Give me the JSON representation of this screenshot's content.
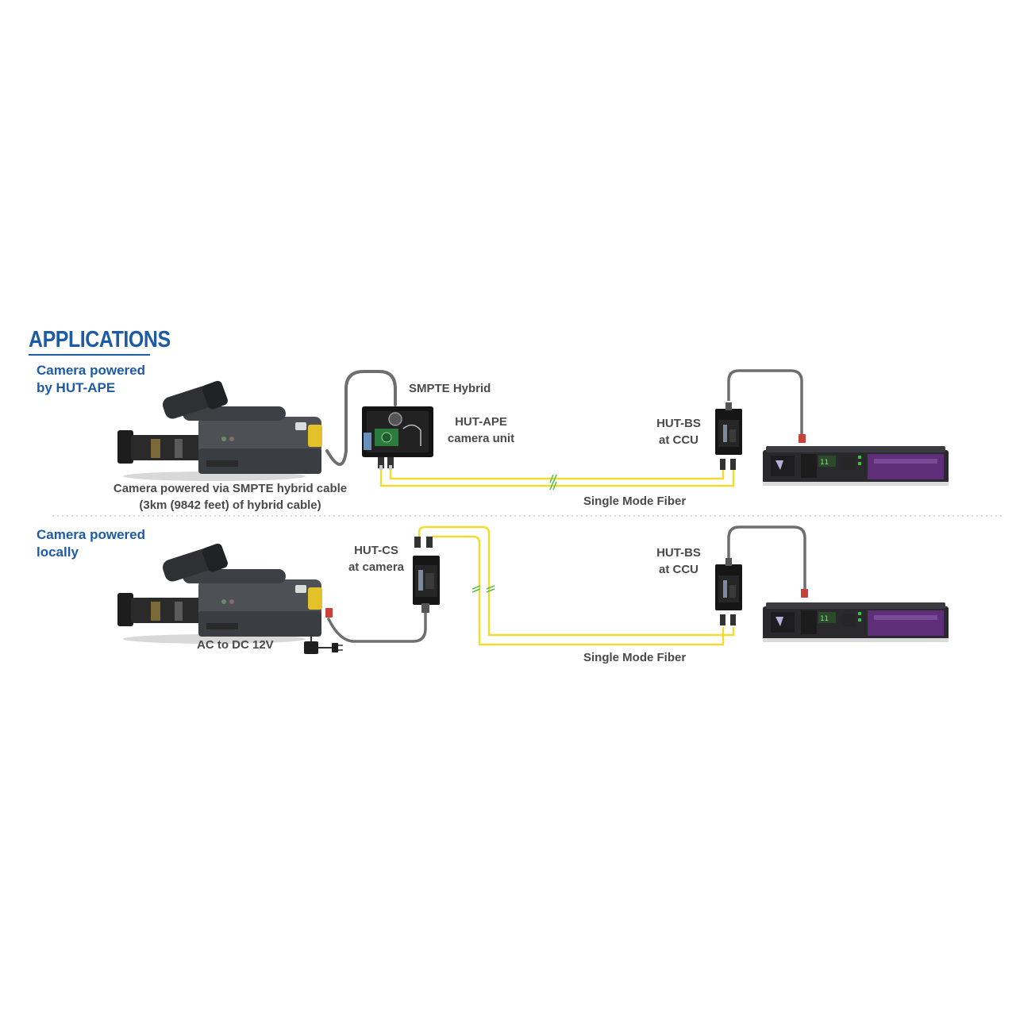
{
  "colors": {
    "heading_blue": "#1d5ba5",
    "label_grey": "#4a4a4a",
    "fiber_yellow": "#f2dc32",
    "cable_grey": "#6e6e6e",
    "break_green": "#5cbf4a",
    "ccu_purple": "#5e2e79",
    "divider": "#c8c8c8"
  },
  "title": "APPLICATIONS",
  "section1": {
    "heading": [
      "Camera powered",
      "by HUT-APE"
    ],
    "cable_label": "SMPTE Hybrid",
    "unit_label": [
      "HUT-APE",
      "camera unit"
    ],
    "bs_label": [
      "HUT-BS",
      "at CCU"
    ],
    "camera_caption": [
      "Camera powered via SMPTE hybrid cable",
      "(3km (9842 feet) of hybrid cable)"
    ],
    "fiber_label": "Single Mode Fiber"
  },
  "section2": {
    "heading": [
      "Camera powered",
      "locally"
    ],
    "cs_label": [
      "HUT-CS",
      "at camera"
    ],
    "bs_label": [
      "HUT-BS",
      "at CCU"
    ],
    "power_caption": "AC to DC 12V",
    "fiber_label": "Single Mode Fiber"
  },
  "icons": [
    "broadcast-camera-icon",
    "hut-ape-unit-icon",
    "hut-bs-unit-icon",
    "hut-cs-unit-icon",
    "ccu-rack-icon",
    "power-adapter-icon"
  ]
}
